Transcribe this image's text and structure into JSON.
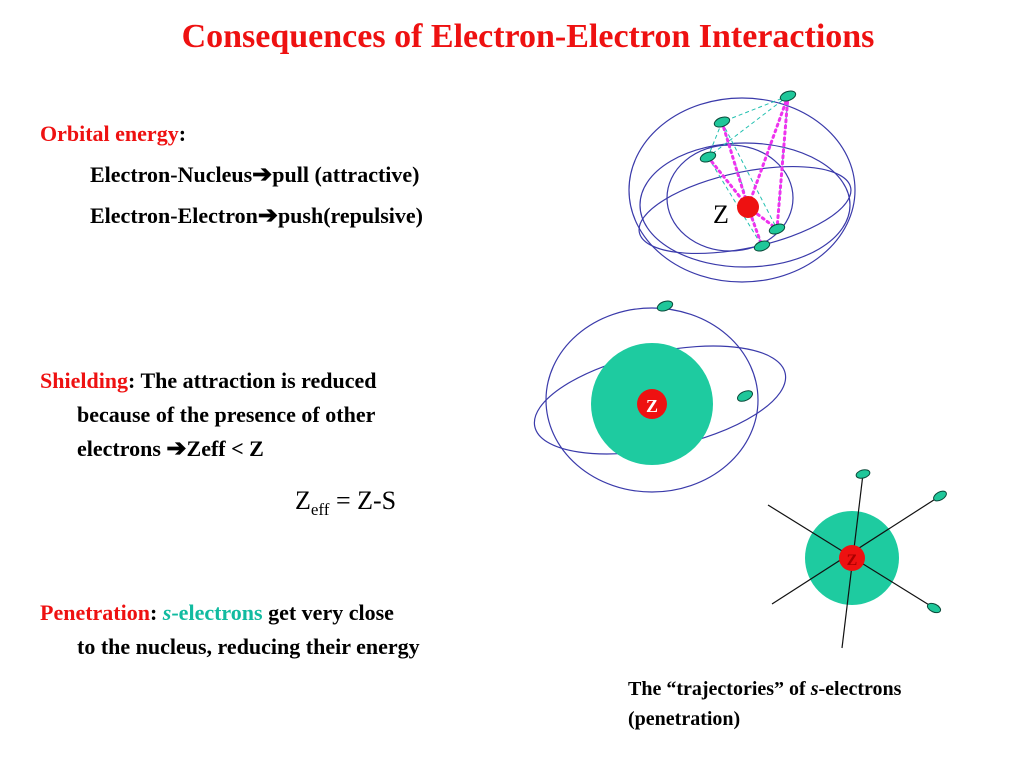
{
  "title": "Consequences of Electron-Electron Interactions",
  "orbital": {
    "term": "Orbital energy",
    "colon": ":",
    "line1_left": "Electron-Nucleus",
    "line1_right": "pull (attractive)",
    "line2_left": "Electron-Electron",
    "line2_right": "push(repulsive)"
  },
  "shielding": {
    "term": "Shielding",
    "line1": ": The attraction is reduced",
    "line2": "because of the presence of other",
    "line3_left": "electrons ",
    "line3_right": "Zeff  < Z"
  },
  "zeff_formula": {
    "z": "Z",
    "sub": "eff",
    "rest": " = Z-S"
  },
  "penetration": {
    "term": "Penetration",
    "colon": ": ",
    "s": "s",
    "electrons": "-electrons",
    "line1_rest": " get very close",
    "line2": "to the nucleus, reducing their energy"
  },
  "caption": {
    "line1_left": "The “trajectories” of ",
    "s": "s",
    "line1_right": "-electrons",
    "line2": "(penetration)"
  },
  "diagram_labels": {
    "atom1_z": "Z",
    "atom2_z": "Z",
    "atom3_z": "Z"
  },
  "arrow_glyph": "➔",
  "colors": {
    "accent_red": "#ee1111",
    "electron_teal": "#1fc79a",
    "core_teal": "#1ecba0",
    "orbit_blue": "#3a3aaa",
    "repulsion_magenta": "#ee33ee",
    "dashed_cyan": "#22c0b0"
  }
}
